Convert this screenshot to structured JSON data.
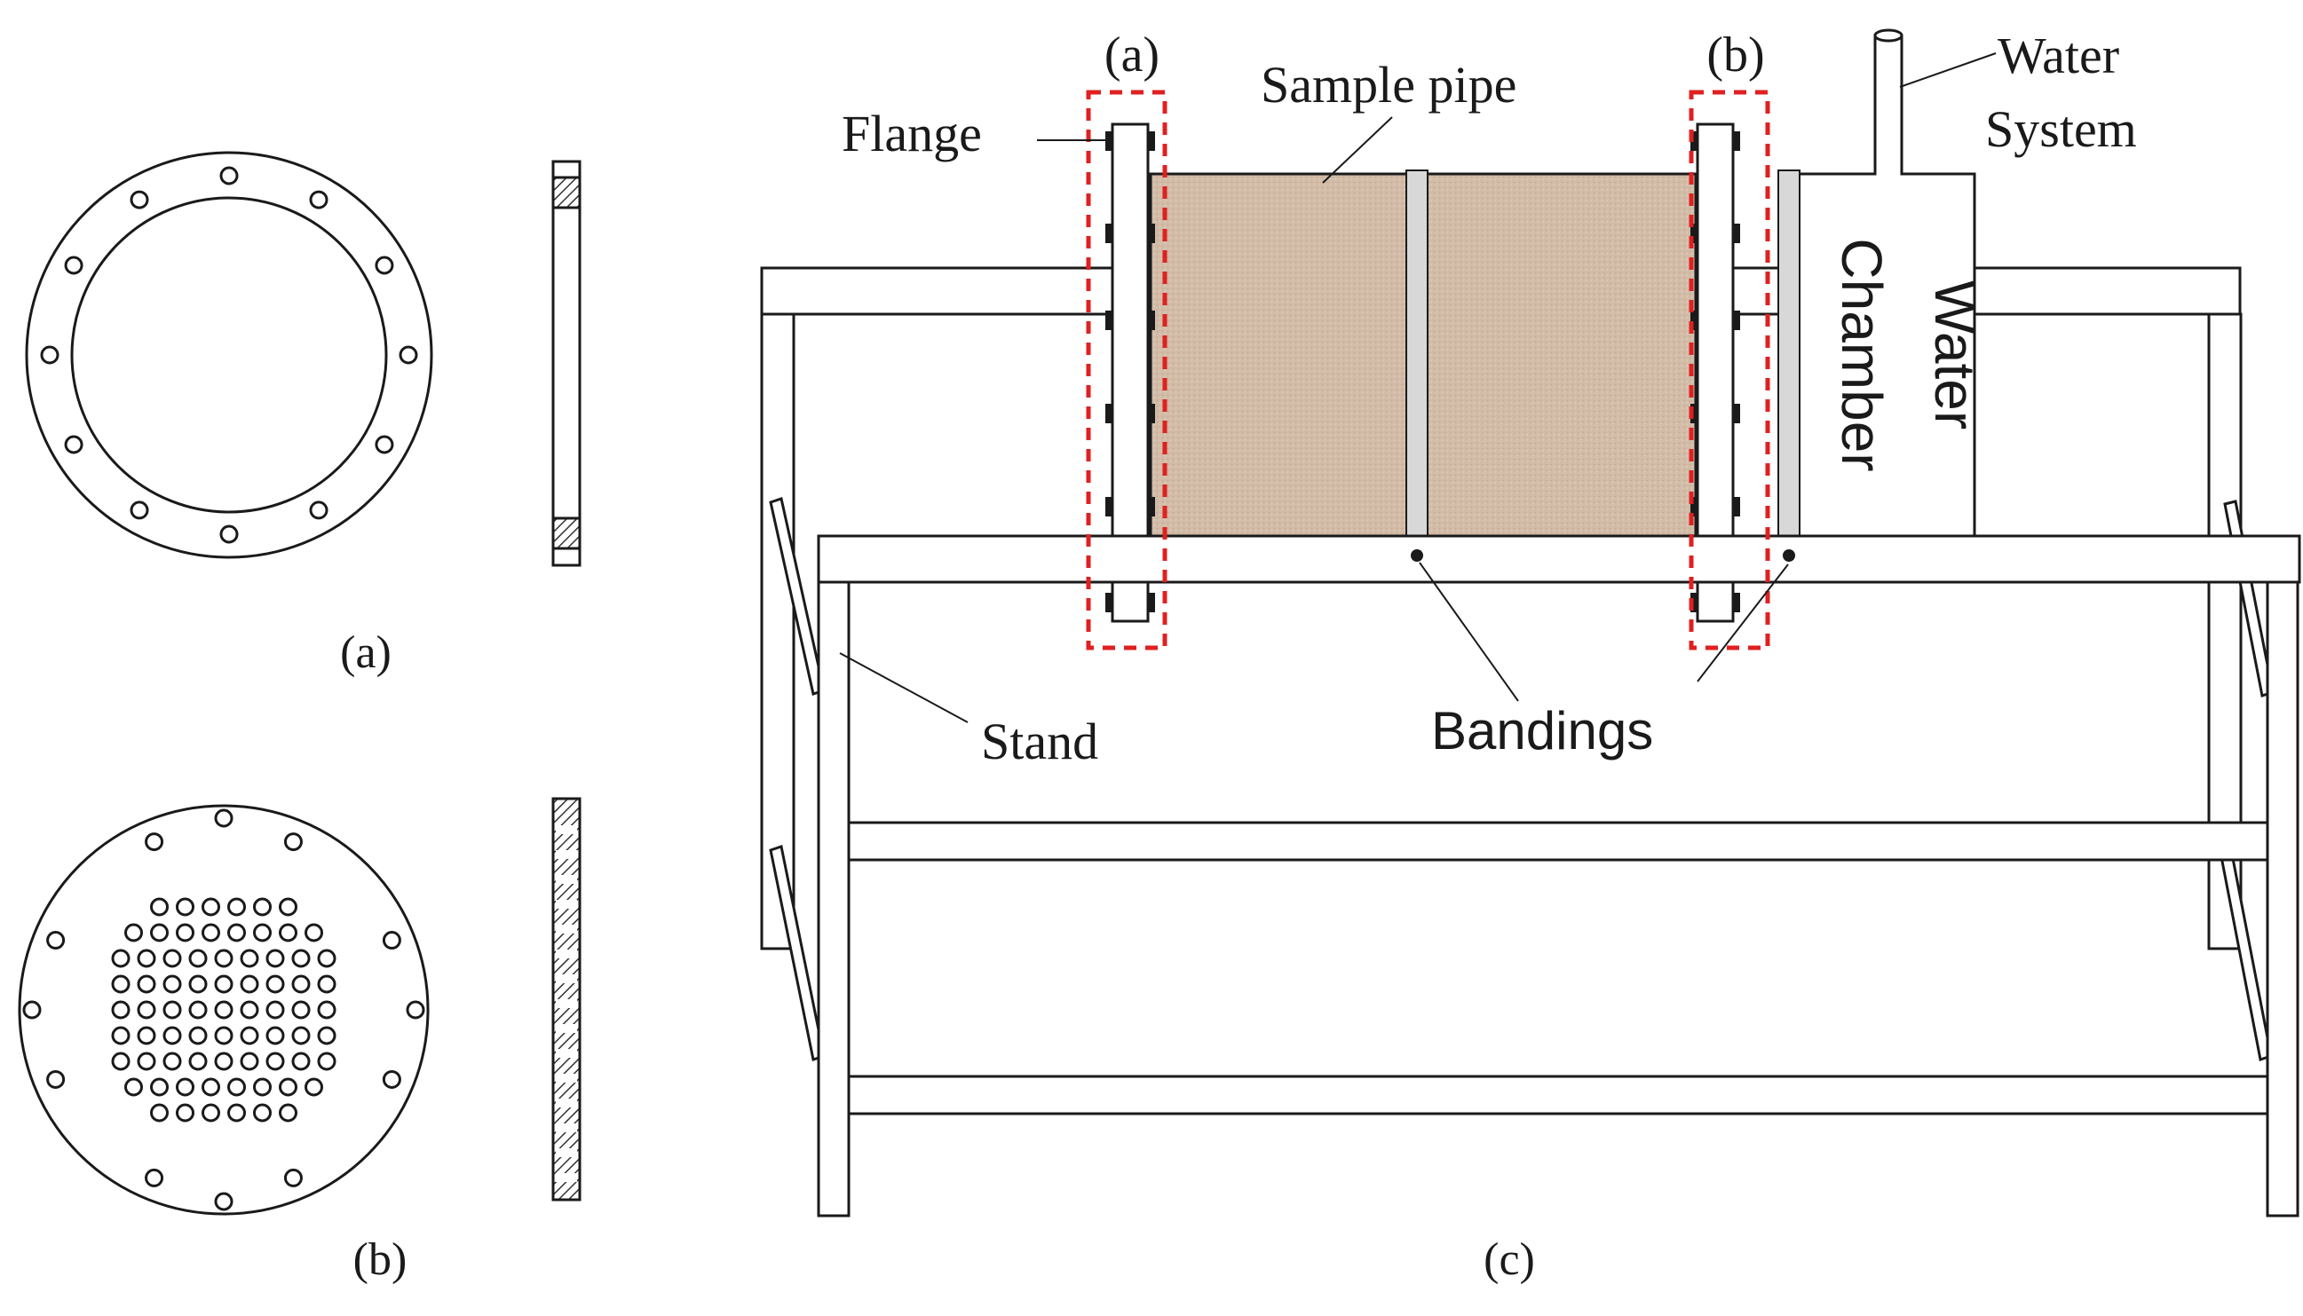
{
  "panels": {
    "a_label": "(a)",
    "b_label": "(b)",
    "c_label": "(c)"
  },
  "callouts": {
    "flange": "Flange",
    "sample_pipe": "Sample pipe",
    "water_system_line1": "Water",
    "water_system_line2": "System",
    "water_chamber_line1": "Water",
    "water_chamber_line2": "Chamber",
    "stand": "Stand",
    "bandings": "Bandings",
    "marker_a": "(a)",
    "marker_b": "(b)"
  },
  "colors": {
    "sample_fill": "#d2bca8",
    "dashed_box": "#e02020",
    "banding_fill": "#d8d8d8",
    "line": "#1a1a1a"
  }
}
